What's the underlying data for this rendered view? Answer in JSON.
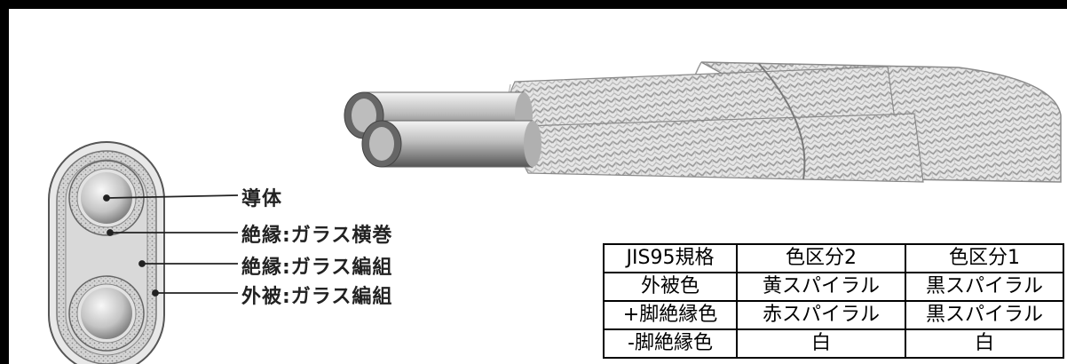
{
  "labels": {
    "conductor": "導体",
    "insulation_wrap": "絶縁:ガラス横巻",
    "insulation_braid": "絶縁:ガラス編組",
    "jacket": "外被:ガラス編組"
  },
  "table": {
    "header": [
      "JIS95規格",
      "色区分2",
      "色区分1"
    ],
    "rows": [
      [
        "外被色",
        "黄スパイラル",
        "黒スパイラル"
      ],
      [
        "+脚絶縁色",
        "赤スパイラル",
        "黒スパイラル"
      ],
      [
        "-脚絶縁色",
        "白",
        "白"
      ]
    ]
  }
}
